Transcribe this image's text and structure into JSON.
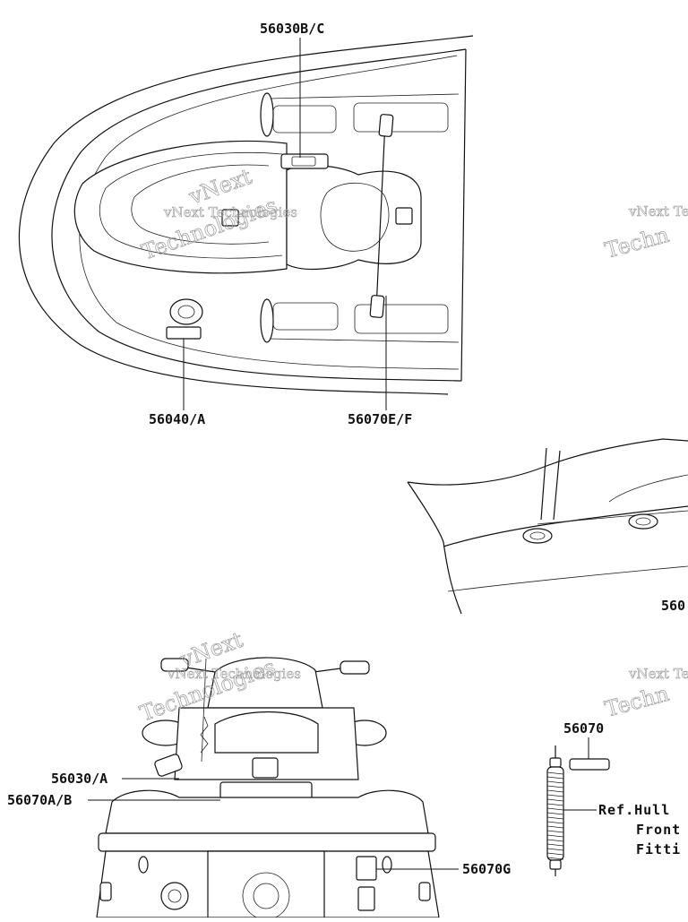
{
  "callouts": {
    "top_seat": "56030B/C",
    "top_left": "56040/A",
    "top_right": "56070E/F",
    "side_partial": "560",
    "rear_left_1": "56030/A",
    "rear_left_2": "56070A/B",
    "rear_right": "56070G",
    "small_part": "56070"
  },
  "ref_note": {
    "line1": "Ref.Hull",
    "line2": "Front",
    "line3": "Fitti"
  },
  "watermark": {
    "word1": "vNext",
    "word2": "Technologies",
    "phrase": "vNext Technologies",
    "partial_1": "vNext Te",
    "partial_2": "Techn",
    "partial_3": "Techn"
  }
}
